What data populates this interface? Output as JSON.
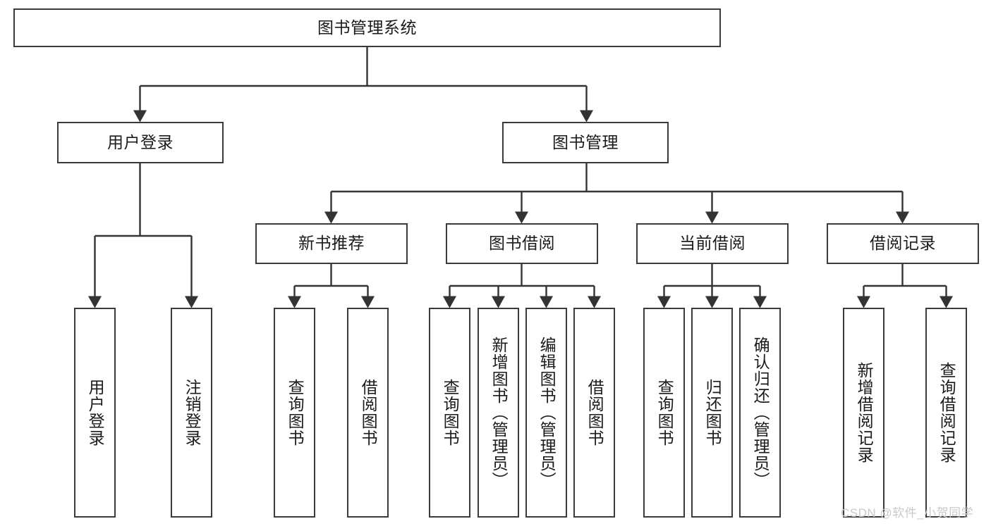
{
  "diagram": {
    "type": "tree",
    "title": "图书管理系统",
    "watermark": "CSDN @软件_小贺同学",
    "colors": {
      "box_stroke": "#3a3a3a",
      "box_fill": "#ffffff",
      "connector": "#333333",
      "text": "#1b1b1b",
      "watermark": "#c9c9c9",
      "background": "#ffffff"
    },
    "levels": {
      "root": {
        "label": "图书管理系统"
      },
      "level2": [
        {
          "label": "用户登录"
        },
        {
          "label": "图书管理"
        }
      ],
      "level3": [
        {
          "label": "新书推荐"
        },
        {
          "label": "图书借阅"
        },
        {
          "label": "当前借阅"
        },
        {
          "label": "借阅记录"
        }
      ],
      "leaves": {
        "user_login": [
          {
            "label": "用户登录"
          },
          {
            "label": "注销登录"
          }
        ],
        "new_book_recommend": [
          {
            "label": "查询图书"
          },
          {
            "label": "借阅图书"
          }
        ],
        "book_borrow": [
          {
            "label": "查询图书"
          },
          {
            "label": "新增图书（管理员）"
          },
          {
            "label": "编辑图书（管理员）"
          },
          {
            "label": "借阅图书"
          }
        ],
        "current_borrow": [
          {
            "label": "查询图书"
          },
          {
            "label": "归还图书"
          },
          {
            "label": "确认归还（管理员）"
          }
        ],
        "borrow_record": [
          {
            "label": "新增借阅记录"
          },
          {
            "label": "查询借阅记录"
          }
        ]
      }
    }
  }
}
